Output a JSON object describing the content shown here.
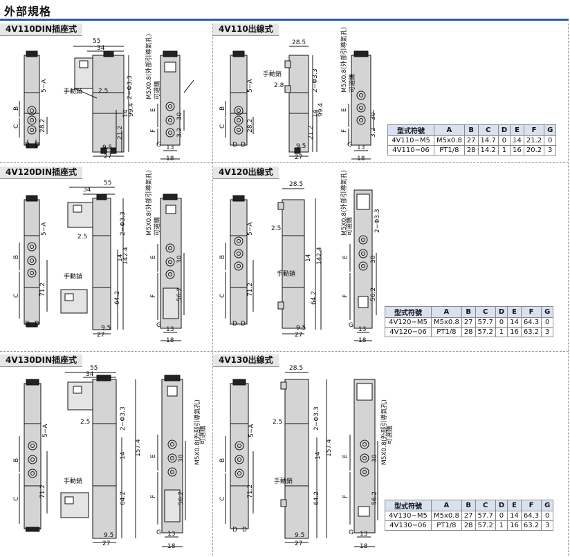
{
  "header": {
    "title": "外部規格"
  },
  "table_headers": [
    "型式符號",
    "A",
    "B",
    "C",
    "D",
    "E",
    "F",
    "G"
  ],
  "panels": [
    {
      "title": "4V110DIN插座式",
      "dims": {
        "w55": "55",
        "w34": "34",
        "w27": "27",
        "w13": "13",
        "w18": "18",
        "h99_4": "99.4",
        "h28_2": "28.2",
        "h21_2": "21.2",
        "h14": "14",
        "h30": "30",
        "h3_2": "3.2",
        "d2_5": "2.5",
        "d9_5": "9.5",
        "hole": "2−Φ3.3",
        "port": "5−A",
        "port_note": "M5X0.8(外部引導氣孔)",
        "plug_note": "可選購",
        "manual": "手動銷",
        "B": "B",
        "C": "C",
        "D": "D",
        "E": "E",
        "F": "F",
        "G": "G"
      }
    },
    {
      "title": "4V110出線式",
      "dims": {
        "w28_5": "28.5",
        "w27": "27",
        "w13": "13",
        "w18": "18",
        "h99_4": "99.4",
        "h28_2": "28.2",
        "h21_2": "21.2",
        "h14": "14",
        "h30": "30",
        "h3_2": "3.2",
        "d2_8": "2.8",
        "d9_5": "9.5",
        "hole": "2−Φ3.3",
        "port": "5−A",
        "port_note": "M5X0.8(外部引導氣孔)",
        "plug_note": "可選購",
        "manual": "手動銷",
        "B": "B",
        "C": "C",
        "D": "D",
        "E": "E",
        "F": "F",
        "G": "G"
      }
    },
    {
      "title": "4V120DIN插座式",
      "dims": {
        "w55": "55",
        "w34": "34",
        "w27": "27",
        "w13": "13",
        "w18": "18",
        "h142_4": "142.4",
        "h71_2": "71.2",
        "h64_2": "64.2",
        "h14": "14",
        "h30": "30",
        "h56_2": "56.2",
        "d2_5": "2.5",
        "d9_5": "9.5",
        "hole": "2−Φ3.3",
        "port": "5−A",
        "port_note": "M5X0.8(外部引導氣孔)",
        "plug_note": "可選購",
        "manual": "手動銷",
        "B": "B",
        "C": "C",
        "D": "D",
        "E": "E",
        "F": "F",
        "G": "G"
      }
    },
    {
      "title": "4V120出線式",
      "dims": {
        "w28_5": "28.5",
        "w27": "27",
        "w13": "13",
        "w18": "18",
        "h142_4": "142.4",
        "h71_2": "71.2",
        "h64_2": "64.2",
        "h14": "14",
        "h30": "30",
        "h56_2": "56.2",
        "d2_5": "2.5",
        "d9_5": "9.5",
        "hole": "2−Φ3.3",
        "port": "5−A",
        "port_note": "M5X0.8(外部引導氣孔)",
        "plug_note": "可選購",
        "manual": "手動銷",
        "B": "B",
        "C": "C",
        "D": "D",
        "E": "E",
        "F": "F",
        "G": "G"
      }
    },
    {
      "title": "4V130DIN插座式",
      "dims": {
        "w55": "55",
        "w34": "34",
        "w27": "27",
        "w13": "13",
        "w18": "18",
        "h157_4": "157.4",
        "h71_2": "71.2",
        "h64_2": "64.2",
        "h14": "14",
        "h30": "30",
        "h56_2": "56.2",
        "d2_5": "2.5",
        "d9_5": "9.5",
        "hole": "2−Φ3.3",
        "port": "5−A",
        "port_note": "M5X0.8(外部引導氣孔)",
        "plug_note": "可選購",
        "manual": "手動銷",
        "B": "B",
        "C": "C",
        "D": "D",
        "E": "E",
        "F": "F",
        "G": "G"
      }
    },
    {
      "title": "4V130出線式",
      "dims": {
        "w28_5": "28.5",
        "w27": "27",
        "w13": "13",
        "w18": "18",
        "h157_4": "157.4",
        "h71_2": "71.2",
        "h64_2": "64.2",
        "h14": "14",
        "h30": "30",
        "h56_2": "56.2",
        "d2_5": "2.5",
        "d9_5": "9.5",
        "hole": "2−Φ3.3",
        "port": "5−A",
        "port_note": "M5X0.8(外部引導氣孔)",
        "plug_note": "可選購",
        "manual": "手動銷",
        "B": "B",
        "C": "C",
        "D": "D",
        "E": "E",
        "F": "F",
        "G": "G"
      }
    }
  ],
  "tables": [
    {
      "rows": [
        [
          "4V110−M5",
          "M5x0.8",
          "27",
          "14.7",
          "0",
          "14",
          "21.2",
          "0"
        ],
        [
          "4V110−06",
          "PT1/8",
          "28",
          "14.2",
          "1",
          "16",
          "20.2",
          "3"
        ]
      ]
    },
    {
      "rows": [
        [
          "4V120−M5",
          "M5x0.8",
          "27",
          "57.7",
          "0",
          "14",
          "64.3",
          "0"
        ],
        [
          "4V120−06",
          "PT1/8",
          "28",
          "57.2",
          "1",
          "16",
          "63.2",
          "3"
        ]
      ]
    },
    {
      "rows": [
        [
          "4V130−M5",
          "M5x0.8",
          "27",
          "57.7",
          "0",
          "14",
          "64.3",
          "0"
        ],
        [
          "4V130−06",
          "PT1/8",
          "28",
          "57.2",
          "1",
          "16",
          "63.2",
          "3"
        ]
      ]
    }
  ]
}
